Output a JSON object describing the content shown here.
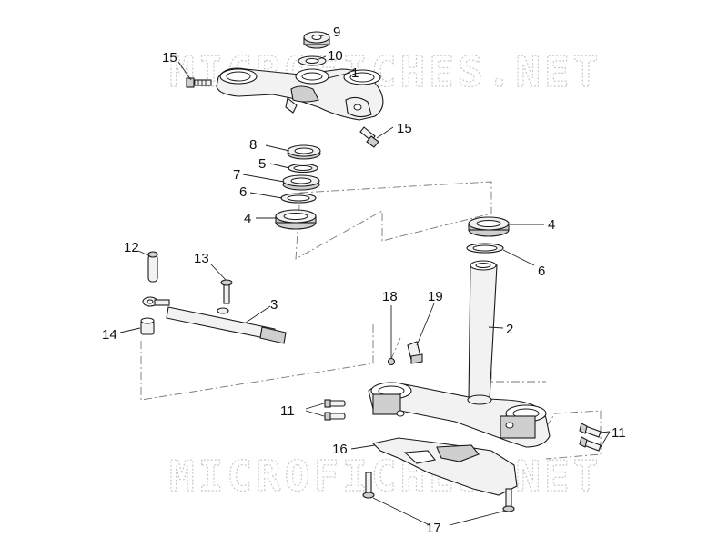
{
  "watermark": "MICROFICHES.NET",
  "callouts": {
    "c1": "1",
    "c2": "2",
    "c3": "3",
    "c4a": "4",
    "c4b": "4",
    "c5": "5",
    "c6a": "6",
    "c6b": "6",
    "c7": "7",
    "c8": "8",
    "c9": "9",
    "c10": "10",
    "c11a": "11",
    "c11b": "11",
    "c12": "12",
    "c13": "13",
    "c14": "14",
    "c15a": "15",
    "c15b": "15",
    "c16": "16",
    "c17": "17",
    "c18": "18",
    "c19": "19"
  }
}
